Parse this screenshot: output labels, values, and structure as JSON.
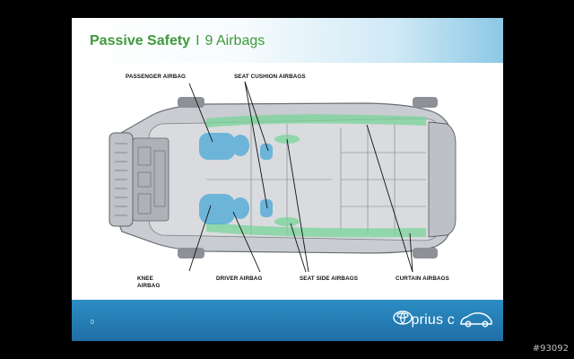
{
  "slide": {
    "title": "Passive Safety",
    "separator": "I",
    "subtitle": "9 Airbags",
    "page_number": "0",
    "brand_text": "prius c"
  },
  "labels": {
    "passenger_airbag": "PASSENGER AIRBAG",
    "seat_cushion_airbags": "SEAT CUSHION AIRBAGS",
    "knee_airbag_line1": "KNEE",
    "knee_airbag_line2": "AIRBAG",
    "driver_airbag": "DRIVER AIRBAG",
    "seat_side_airbags": "SEAT SIDE AIRBAGS",
    "curtain_airbags": "CURTAIN AIRBAGS"
  },
  "watermark": "#93092",
  "colors": {
    "title_green": "#3f9a3c",
    "footer_blue": "#1f6fa5",
    "airbag_blue": "#4aa8d8",
    "curtain_green": "#7ad49a"
  },
  "icons": {
    "logo": "toyota-logo",
    "car": "prius-c-car-icon"
  }
}
